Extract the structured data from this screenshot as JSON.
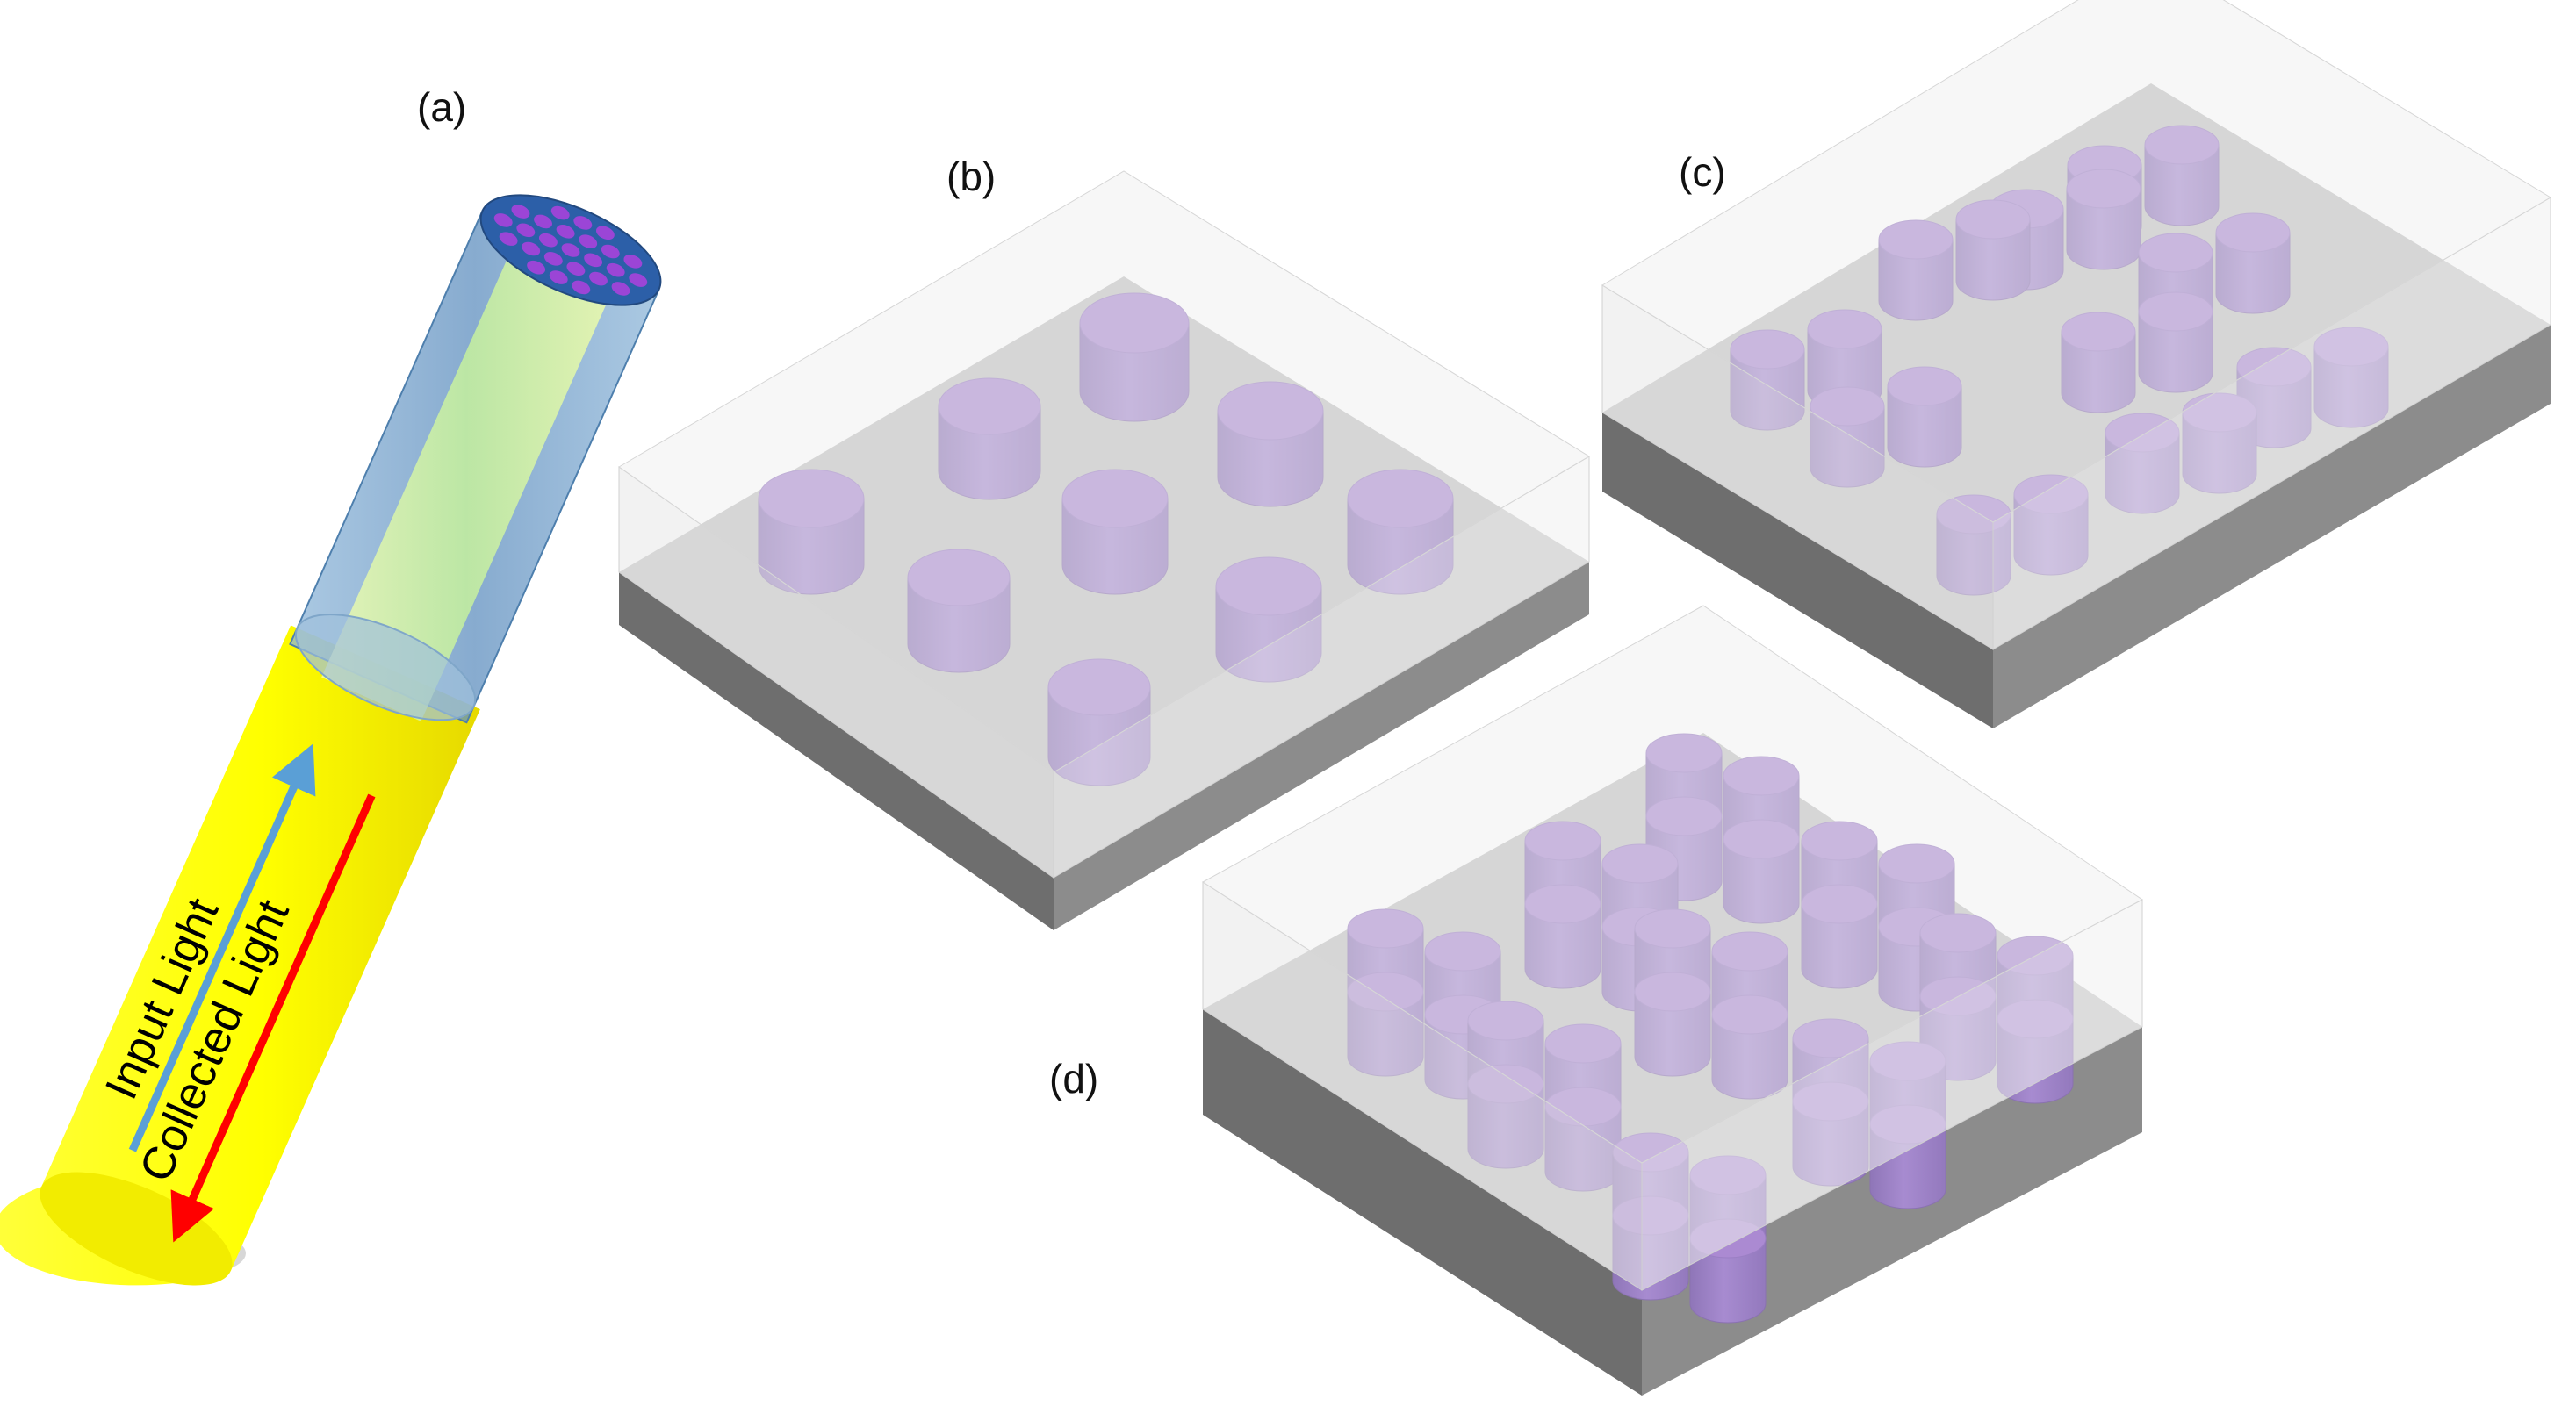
{
  "panels": {
    "a": {
      "label": "(a)"
    },
    "b": {
      "label": "(b)"
    },
    "c": {
      "label": "(c)"
    },
    "d": {
      "label": "(d)"
    }
  },
  "fiber": {
    "input_label": "Input Light",
    "collected_label": "Collected Light"
  },
  "colors": {
    "pillar_top": "#ab8ad2",
    "pillar_side": "#a087c9",
    "substrate_top": "#c4c4c4",
    "substrate_front": "#6e6e6e",
    "substrate_side": "#8c8c8c",
    "fiber_jacket": "#ffff00",
    "fiber_cladding": "#6d9bc8",
    "fiber_core": "#b8f2a0",
    "input_arrow": "#5a9fd6",
    "collected_arrow": "#ff0000"
  }
}
